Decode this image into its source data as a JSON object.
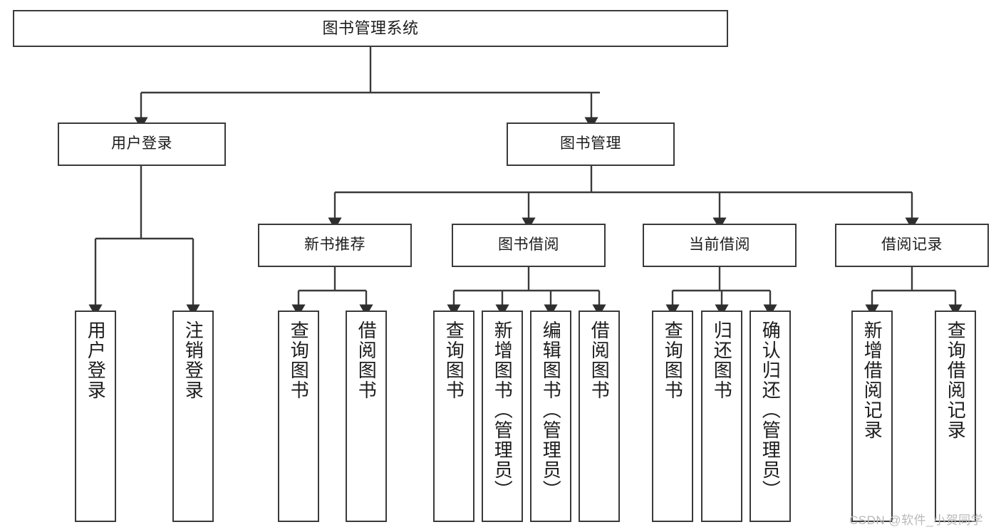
{
  "diagram": {
    "title": "图书管理系统",
    "type": "tree-hierarchy-diagram",
    "root": {
      "id": "root",
      "label": "图书管理系统"
    },
    "level2": [
      {
        "id": "user-login",
        "label": "用户登录"
      },
      {
        "id": "book-management",
        "label": "图书管理"
      }
    ],
    "level3": [
      {
        "id": "new-book-recommend",
        "label": "新书推荐"
      },
      {
        "id": "book-borrow",
        "label": "图书借阅"
      },
      {
        "id": "current-borrow",
        "label": "当前借阅"
      },
      {
        "id": "borrow-record",
        "label": "借阅记录"
      }
    ],
    "leaves": {
      "user_login": [
        {
          "id": "leaf-user-login",
          "label": "用户登录"
        },
        {
          "id": "leaf-logout-login",
          "label": "注销登录"
        }
      ],
      "new_book_recommend": [
        {
          "id": "leaf-query-book-1",
          "label": "查询图书"
        },
        {
          "id": "leaf-borrow-book-1",
          "label": "借阅图书"
        }
      ],
      "book_borrow": [
        {
          "id": "leaf-query-book-2",
          "label": "查询图书"
        },
        {
          "id": "leaf-add-book",
          "label": "新增图书（管理员）"
        },
        {
          "id": "leaf-edit-book",
          "label": "编辑图书（管理员）"
        },
        {
          "id": "leaf-borrow-book-2",
          "label": "借阅图书"
        }
      ],
      "current_borrow": [
        {
          "id": "leaf-query-book-3",
          "label": "查询图书"
        },
        {
          "id": "leaf-return-book",
          "label": "归还图书"
        },
        {
          "id": "leaf-confirm-return",
          "label": "确认归还（管理员）"
        }
      ],
      "borrow_record": [
        {
          "id": "leaf-add-record",
          "label": "新增借阅记录"
        },
        {
          "id": "leaf-query-record",
          "label": "查询借阅记录"
        }
      ]
    }
  },
  "watermark": {
    "text": "CSDN @软件_小贺同学"
  },
  "colors": {
    "stroke": "#3a3a3a",
    "text": "#1c1c1c",
    "background": "#ffffff",
    "watermark": "#b9b9b9"
  }
}
